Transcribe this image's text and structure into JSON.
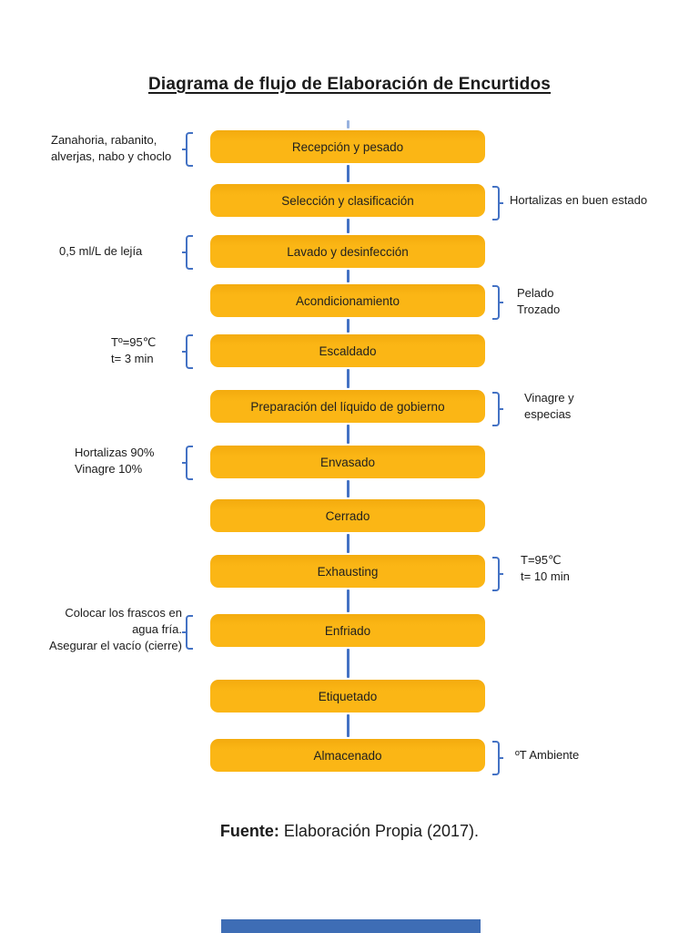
{
  "page": {
    "title": "Diagrama de flujo de Elaboración de Encurtidos",
    "source_label": "Fuente:",
    "source_text": " Elaboración Propia (2017)."
  },
  "colors": {
    "box_fill": "#FBB615",
    "line_blue": "#4472C4",
    "text": "#1B1B1B",
    "loader_bar": "#3E6DB5"
  },
  "flowchart": {
    "steps": [
      {
        "label": "Recepción y pesado"
      },
      {
        "label": "Selección y clasificación"
      },
      {
        "label": "Lavado y desinfección"
      },
      {
        "label": "Acondicionamiento"
      },
      {
        "label": "Escaldado"
      },
      {
        "label": "Preparación del líquido de gobierno"
      },
      {
        "label": "Envasado"
      },
      {
        "label": "Cerrado"
      },
      {
        "label": "Exhausting"
      },
      {
        "label": "Enfriado"
      },
      {
        "label": "Etiquetado"
      },
      {
        "label": "Almacenado"
      }
    ],
    "left_notes": [
      {
        "step": "Recepción y pesado",
        "lines": [
          "Zanahoria, rabanito,",
          "alverjas, nabo y choclo"
        ]
      },
      {
        "step": "Lavado y desinfección",
        "lines": [
          "0,5 ml/L de lejía"
        ]
      },
      {
        "step": "Escaldado",
        "lines": [
          "Tº=95℃",
          "t= 3 min"
        ]
      },
      {
        "step": "Envasado",
        "lines": [
          "Hortalizas 90%",
          "Vinagre 10%"
        ]
      },
      {
        "step": "Enfriado",
        "lines": [
          "Colocar los frascos en",
          "agua fría.",
          "Asegurar el vacío (cierre)"
        ]
      }
    ],
    "right_notes": [
      {
        "step": "Selección y clasificación",
        "lines": [
          "Hortalizas en buen estado"
        ]
      },
      {
        "step": "Acondicionamiento",
        "lines": [
          "Pelado",
          "Trozado"
        ]
      },
      {
        "step": "Preparación del líquido de gobierno",
        "lines": [
          "Vinagre y",
          "especias"
        ]
      },
      {
        "step": "Exhausting",
        "lines": [
          "T=95℃",
          "t= 10 min"
        ]
      },
      {
        "step": "Almacenado",
        "lines": [
          "ºT Ambiente"
        ]
      }
    ]
  }
}
